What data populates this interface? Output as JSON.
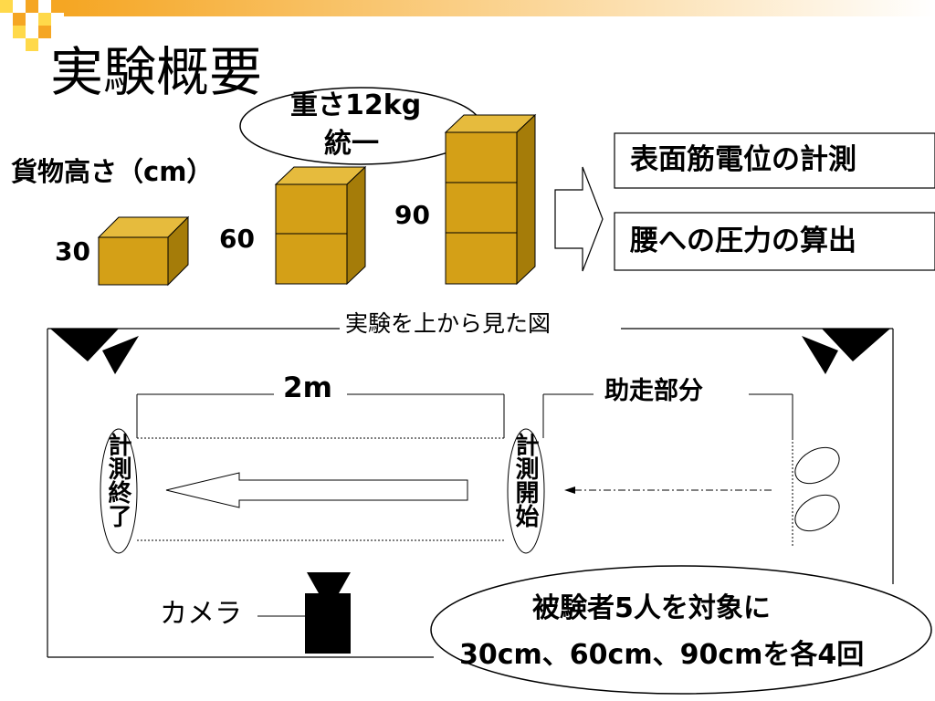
{
  "slide": {
    "title": "実験概要",
    "weight_note_line1": "重さ12kg",
    "weight_note_line2": "統一",
    "cargo_height_label": "貨物高さ（cm）",
    "heights": [
      "30",
      "60",
      "90"
    ],
    "outputs": [
      "表面筋電位の計測",
      "腰への圧力の算出"
    ]
  },
  "topview": {
    "caption": "実験を上から見た図",
    "distance_label": "2m",
    "runup_label": "助走部分",
    "measure_end_label": "計測終了",
    "measure_start_label": "計測開始",
    "camera_label": "カメラ",
    "conditions_line1": "被験者5人を対象に",
    "conditions_line2": "30cm、60cm、90cmを各4回"
  },
  "colors": {
    "box_front": "#d4a017",
    "box_top": "#e6bb3d",
    "box_side": "#a57c09",
    "accent_orange": "#f5a623",
    "accent_yellow": "#ffd94a"
  }
}
